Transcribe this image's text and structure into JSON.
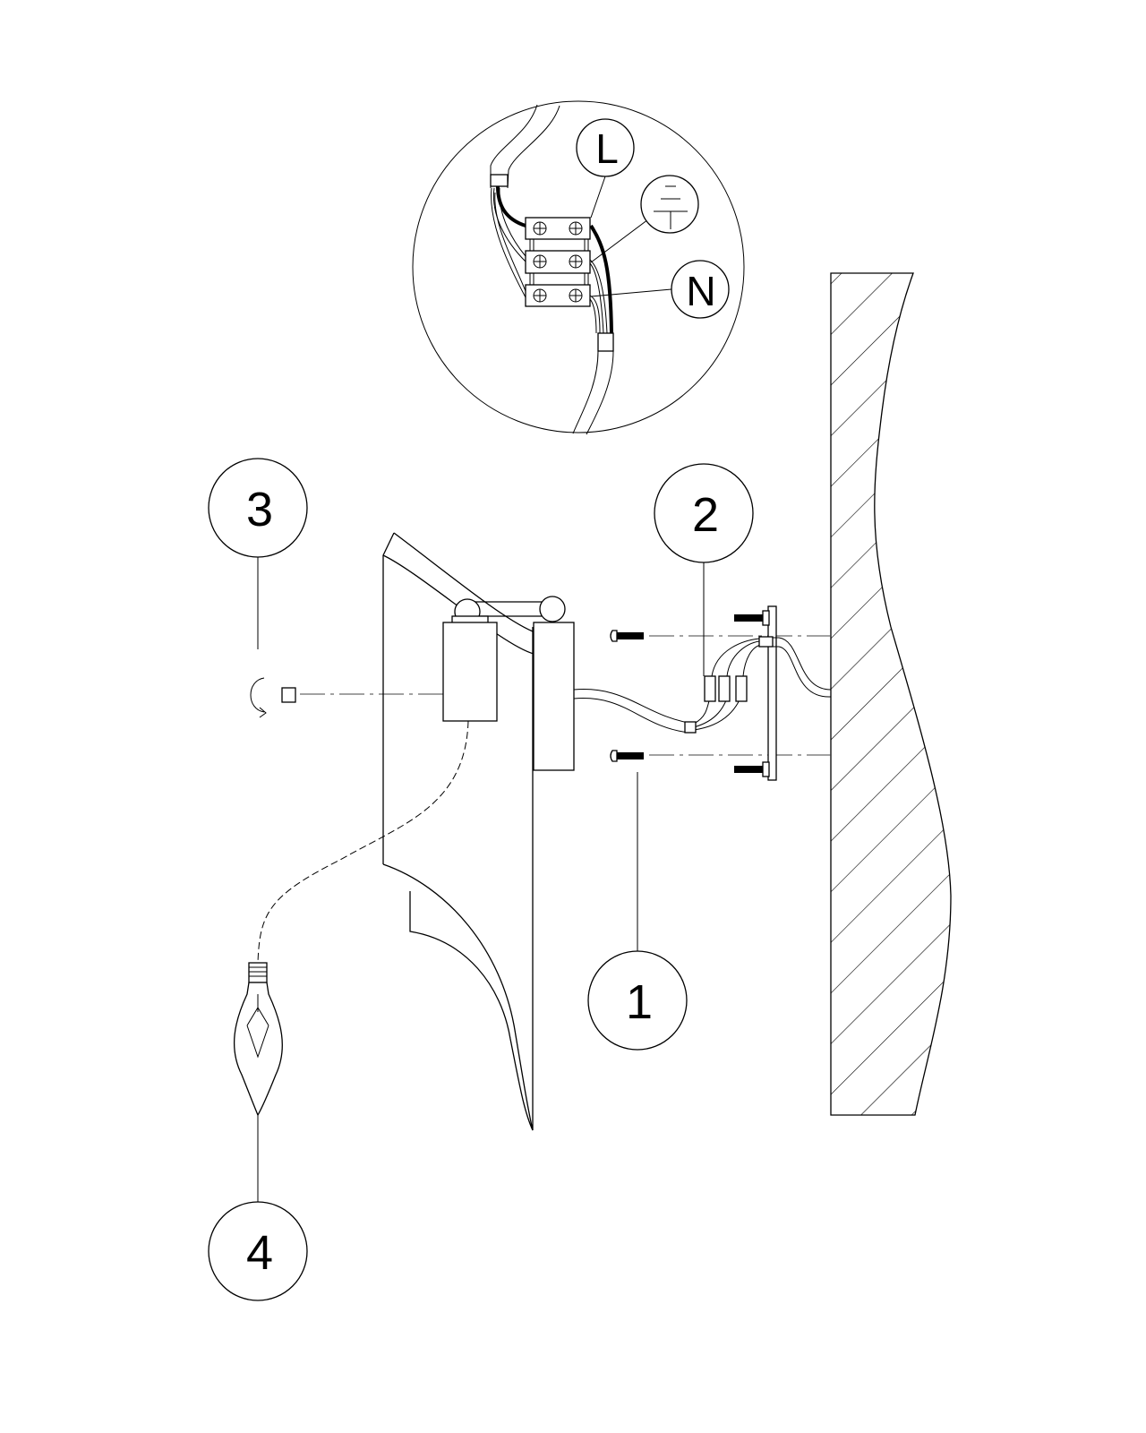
{
  "detail": {
    "live_label": "L",
    "neutral_label": "N",
    "earth_icon": "ground-symbol"
  },
  "callouts": {
    "one": "1",
    "two": "2",
    "three": "3",
    "four": "4"
  }
}
